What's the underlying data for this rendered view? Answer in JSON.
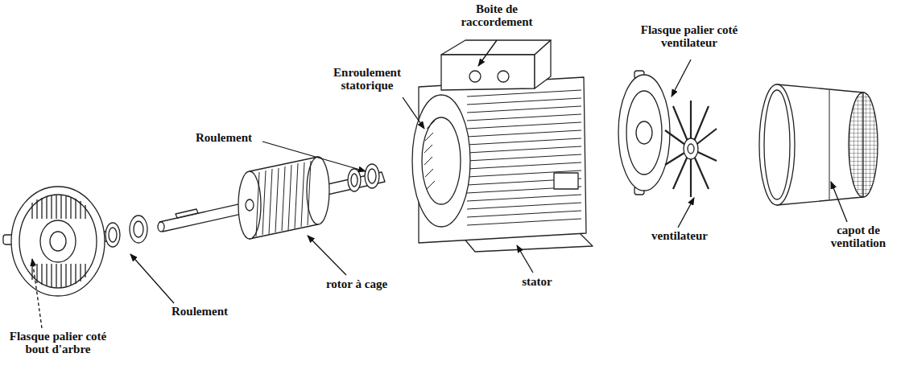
{
  "diagram": {
    "labels": [
      "Boite de raccordement",
      "Flasque palier coté ventilateur",
      "Enroulement statorique",
      "Roulement",
      "ventilateur",
      "capot de ventilation",
      "rotor à cage",
      "stator",
      "Roulement",
      "Flasque palier coté bout d'arbre"
    ]
  }
}
